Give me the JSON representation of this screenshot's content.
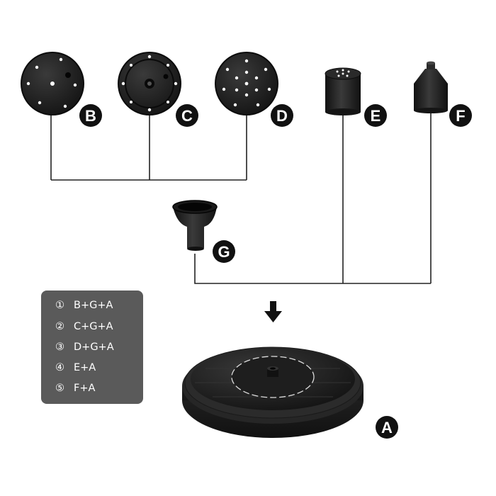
{
  "colors": {
    "connector": "#222222",
    "part": "#1c1c1c",
    "legend_bg": "#5a5a5a",
    "badge": "#111111"
  },
  "labels": {
    "A": "A",
    "B": "B",
    "C": "C",
    "D": "D",
    "E": "E",
    "F": "F",
    "G": "G"
  },
  "legend": [
    {
      "num": "①",
      "combo": "B+G+A"
    },
    {
      "num": "②",
      "combo": "C+G+A"
    },
    {
      "num": "③",
      "combo": "D+G+A"
    },
    {
      "num": "④",
      "combo": "E+A"
    },
    {
      "num": "⑤",
      "combo": "F+A"
    }
  ]
}
